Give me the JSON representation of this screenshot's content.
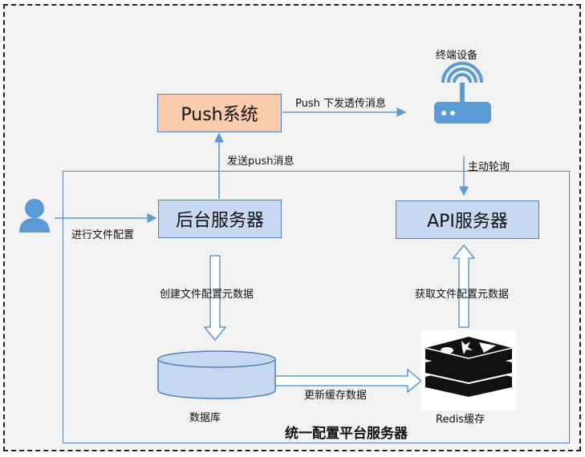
{
  "diagram": {
    "title": "统一配置平台服务器",
    "nodes": {
      "push_system": "Push系统",
      "backend_server": "后台服务器",
      "api_server": "API服务器",
      "terminal_device": "终端设备",
      "database": "数据库",
      "redis_cache": "Redis缓存"
    },
    "edges": {
      "push_down": "Push 下发透传消息",
      "send_push": "发送push消息",
      "polling": "主动轮询",
      "config_files": "进行文件配置",
      "create_metadata": "创建文件配置元数据",
      "get_metadata": "获取文件配置元数据",
      "update_cache": "更新缓存数据"
    },
    "colors": {
      "push_box": "#f8cbad",
      "server_box": "#c6d9f0",
      "border": "#4f81bd",
      "icon": "#5b9bd5"
    }
  }
}
